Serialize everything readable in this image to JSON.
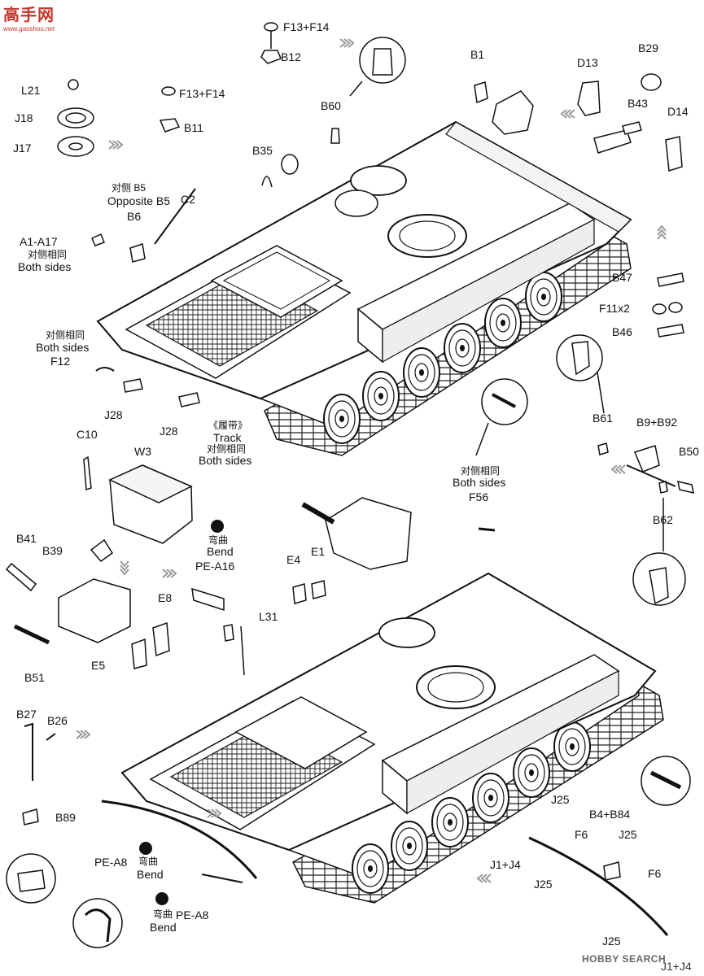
{
  "logo": {
    "glyphs": "高手网",
    "url": "www.gaoshou.net"
  },
  "watermark": "HOBBY SEARCH",
  "page_ref": "J1+J4",
  "parts": {
    "f13f14_top": "F13+F14",
    "b12": "B12",
    "b1": "B1",
    "b29": "B29",
    "d13": "D13",
    "b43": "B43",
    "d14": "D14",
    "l21": "L21",
    "f13f14_mid": "F13+F14",
    "j18": "J18",
    "b11": "B11",
    "b60": "B60",
    "j17": "J17",
    "b35": "B35",
    "c2": "C2",
    "b6": "B6",
    "a1a17": "A1-A17",
    "b47": "B47",
    "f11x2": "F11x2",
    "b46": "B46",
    "f12": "F12",
    "j28a": "J28",
    "j28b": "J28",
    "b61": "B61",
    "b9b92": "B9+B92",
    "b50": "B50",
    "c10": "C10",
    "w3": "W3",
    "f56": "F56",
    "b62": "B62",
    "b41": "B41",
    "b39": "B39",
    "pe_a16": "PE-A16",
    "e4": "E4",
    "e1": "E1",
    "e8": "E8",
    "l31": "L31",
    "e5": "E5",
    "b51": "B51",
    "b27": "B27",
    "b26": "B26",
    "b89": "B89",
    "j25a": "J25",
    "b4b84": "B4+B84",
    "f6a": "F6",
    "j25b": "J25",
    "pe_a8a": "PE-A8",
    "j1j4": "J1+J4",
    "j25c": "J25",
    "f6b": "F6",
    "pe_a8b": "PE-A8",
    "j25d": "J25"
  },
  "notes": {
    "opp_b5_cn": "对侧 B5",
    "opp_b5_en": "Opposite B5",
    "both1_cn": "对侧相同",
    "both1_en": "Both sides",
    "both2_cn": "对侧相同",
    "both2_en": "Both sides",
    "track_cn": "《履带》",
    "track_en": "Track",
    "track_both_cn": "对侧相同",
    "track_both_en": "Both sides",
    "both3_cn": "对侧相同",
    "both3_en": "Both sides",
    "bend1_cn": "弯曲",
    "bend1_en": "Bend",
    "bend2_cn": "弯曲",
    "bend2_en": "Bend",
    "bend3_cn": "弯曲",
    "bend3_en": "Bend"
  }
}
